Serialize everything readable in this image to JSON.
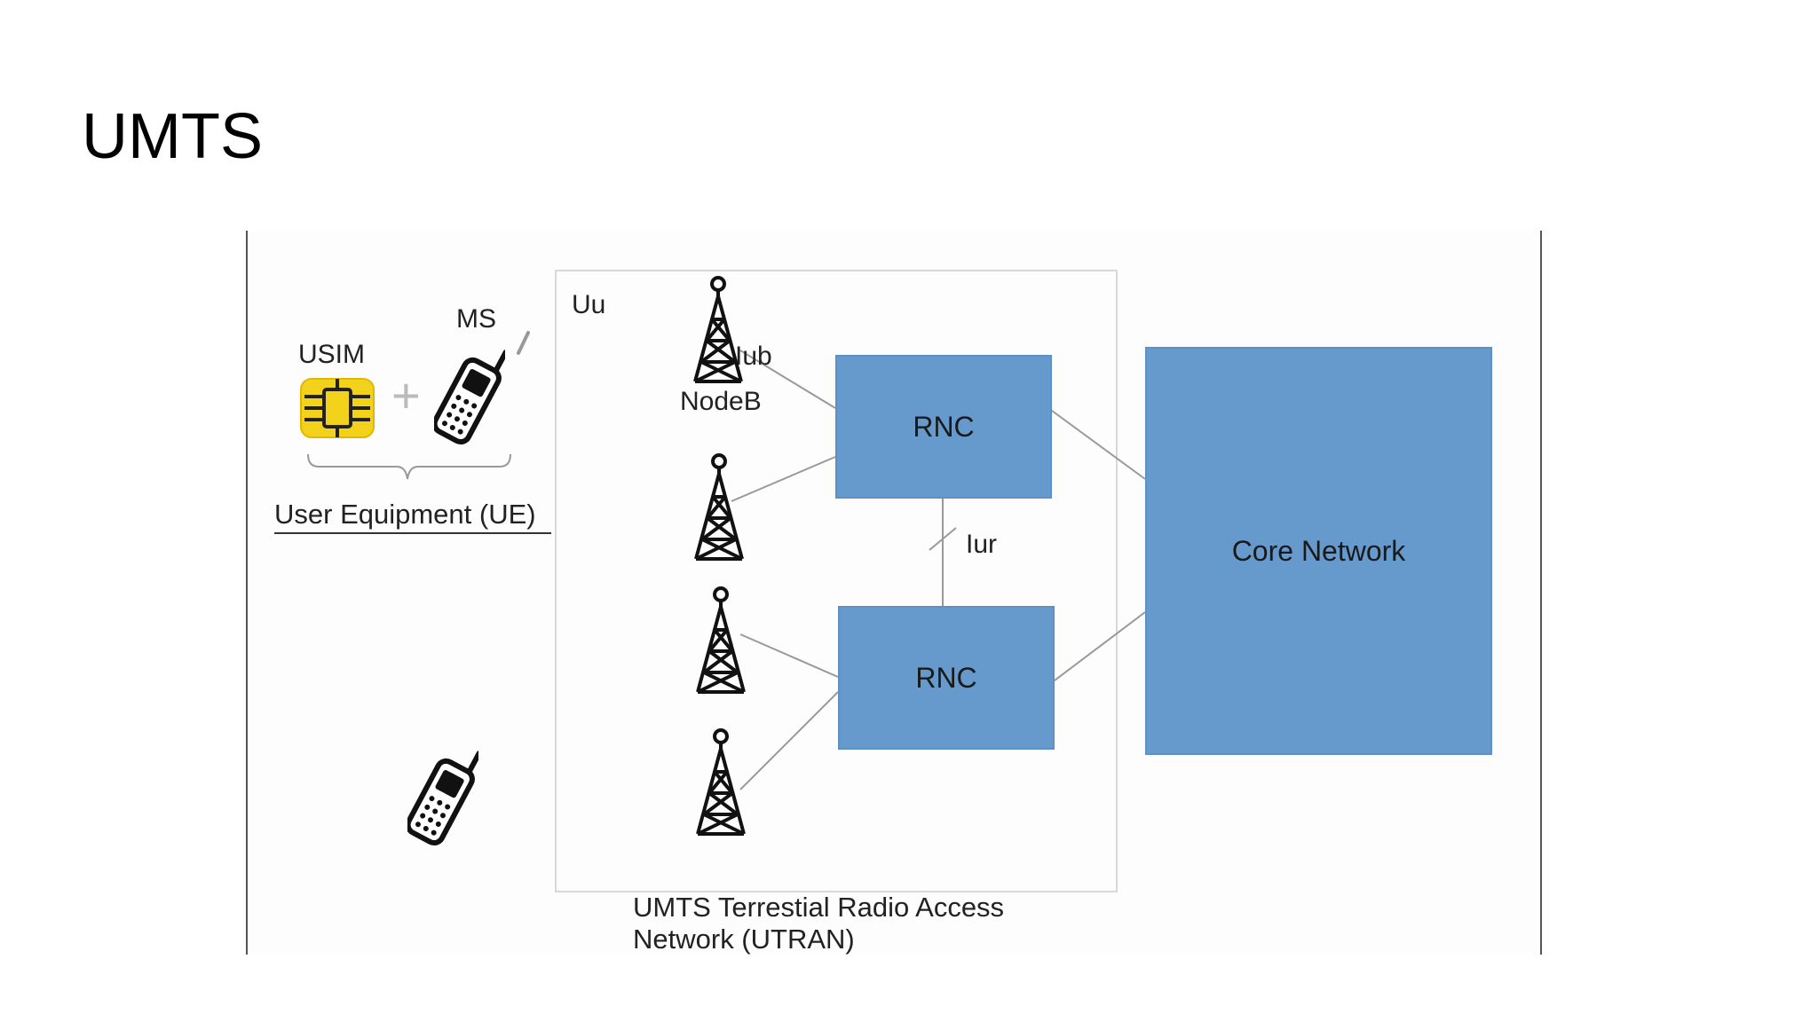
{
  "slide": {
    "title": "UMTS"
  },
  "diagram": {
    "ue": {
      "usim_label": "USIM",
      "ms_label": "MS",
      "plus": "+",
      "caption": "User Equipment (UE)"
    },
    "utran": {
      "air_interface": "Uu",
      "nodeb_label": "NodeB",
      "iub_label": "Iub",
      "iur_label": "Iur",
      "caption_line1": "UMTS Terrestial Radio Access",
      "caption_line2": "Network (UTRAN)"
    },
    "rnc_top": "RNC",
    "rnc_bottom": "RNC",
    "core_network": "Core Network",
    "colors": {
      "node_fill": "#6699cc",
      "sim_chip": "#f2d21b",
      "link": "#999999"
    },
    "icons": [
      "sim-card-icon",
      "mobile-phone-icon",
      "antenna-tower-icon"
    ]
  }
}
